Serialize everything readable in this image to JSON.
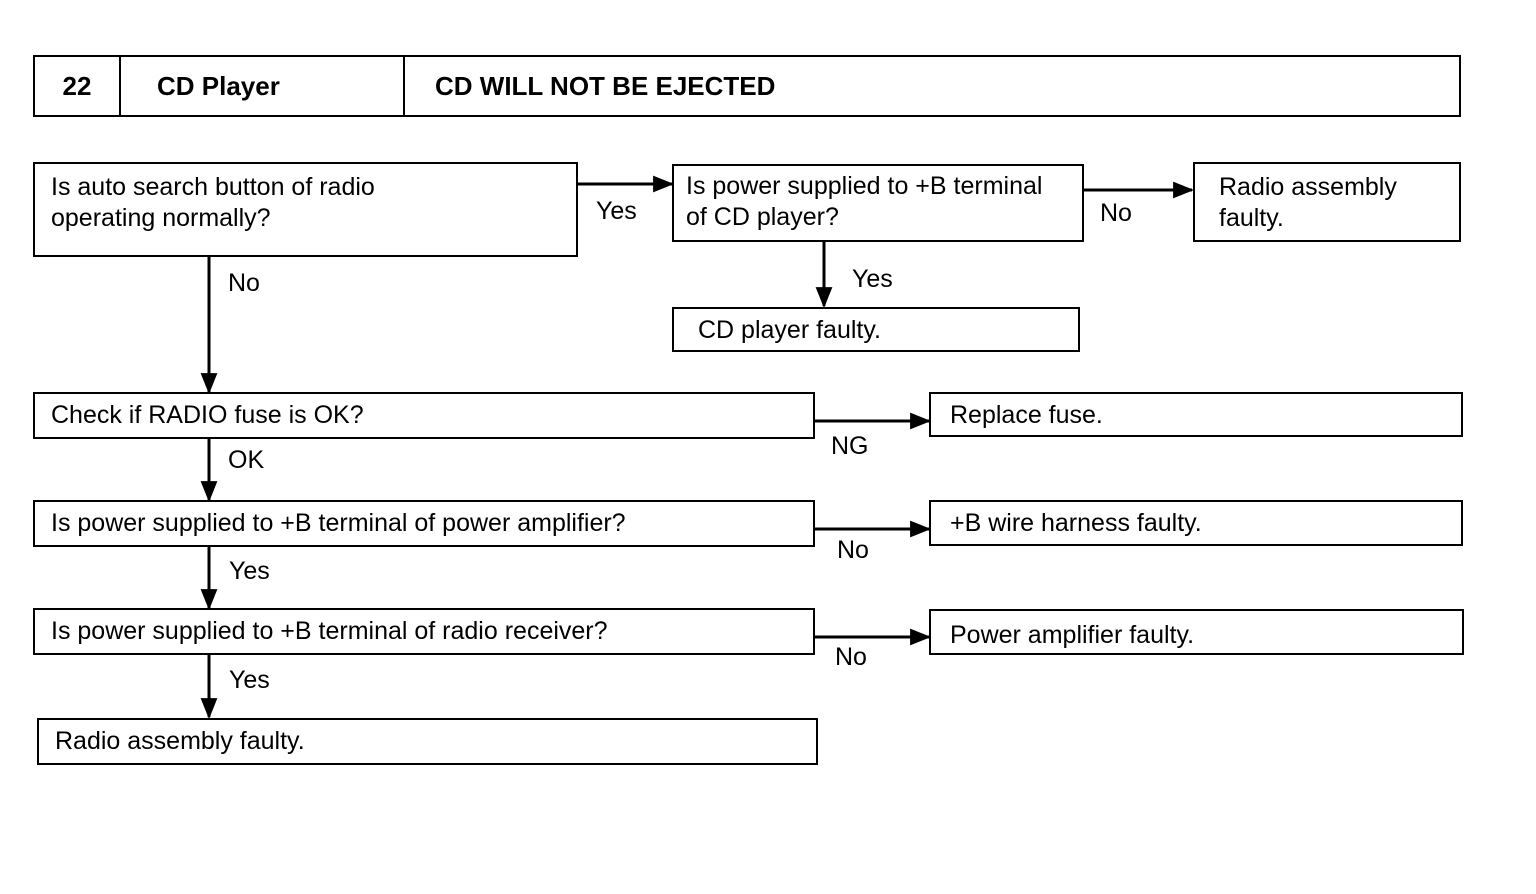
{
  "header": {
    "number": "22",
    "section": "CD Player",
    "title": "CD WILL NOT BE EJECTED"
  },
  "boxes": {
    "auto_search": "Is auto search button of radio\noperating normally?",
    "power_cd": "Is power supplied to +B terminal\nof CD player?",
    "radio_faulty_top": "Radio assembly\nfaulty.",
    "cd_player_faulty": "CD player faulty.",
    "check_fuse": "Check if RADIO fuse is OK?",
    "replace_fuse": "Replace fuse.",
    "power_amp": "Is power supplied to +B terminal of power amplifier?",
    "wire_harness": "+B wire harness faulty.",
    "power_receiver": "Is power supplied to +B terminal of radio receiver?",
    "amp_faulty": "Power amplifier faulty.",
    "radio_faulty_bottom": "Radio assembly faulty."
  },
  "labels": {
    "auto_search_yes": "Yes",
    "auto_search_no": "No",
    "power_cd_no": "No",
    "power_cd_yes": "Yes",
    "fuse_ng": "NG",
    "fuse_ok": "OK",
    "power_amp_no": "No",
    "power_amp_yes": "Yes",
    "receiver_no": "No",
    "receiver_yes": "Yes"
  }
}
